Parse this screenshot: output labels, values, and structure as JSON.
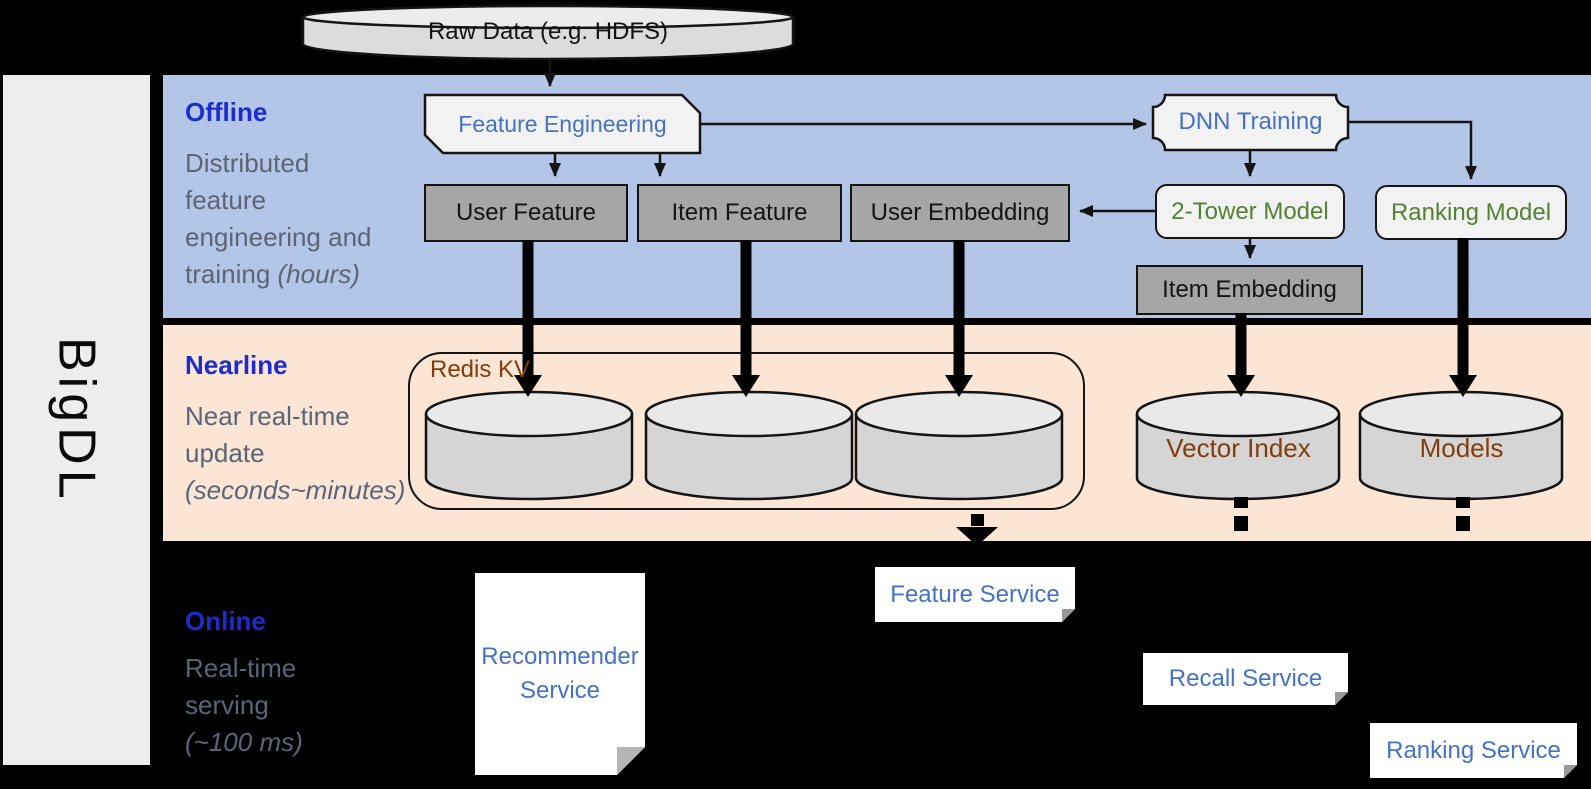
{
  "brand": {
    "label": "BigDL"
  },
  "lanes": {
    "offline": {
      "title": "Offline",
      "description_lines": [
        "Distributed",
        "feature",
        "engineering and"
      ],
      "description_tail": "training ",
      "description_italic": "(hours)"
    },
    "nearline": {
      "title": "Nearline",
      "description_lines": [
        "Near real-time",
        "update"
      ],
      "description_italic": "(seconds~minutes)"
    },
    "online": {
      "title": "Online",
      "description_lines": [
        "Real-time",
        "serving"
      ],
      "description_italic": "(~100 ms)"
    }
  },
  "nodes": {
    "raw_data": "Raw Data (e.g. HDFS)",
    "feature_engineering": "Feature Engineering",
    "dnn_training": "DNN Training",
    "user_feature": "User Feature",
    "item_feature": "Item Feature",
    "user_embedding": "User Embedding",
    "two_tower_model": "2-Tower Model",
    "ranking_model": "Ranking Model",
    "item_embedding": "Item Embedding",
    "redis_kv": "Redis KV",
    "vector_index": "Vector Index",
    "models": "Models",
    "recommender_service_line1": "Recommender",
    "recommender_service_line2": "Service",
    "feature_service": "Feature Service",
    "recall_service": "Recall Service",
    "ranking_service": "Ranking Service"
  },
  "colors": {
    "canvas_bg": "#000000",
    "offline_lane_bg": "#b3c6e7",
    "nearline_lane_bg": "#fbe5d5",
    "sidebar_bg": "#ededed",
    "gray_node_fill": "#a6a6a6",
    "light_node_fill": "#f2f2f2",
    "cylinder_fill": "#d5d5d5",
    "lane_title_blue": "#1c2ccd",
    "description_gray": "#5b6478",
    "node_text_blue": "#4472c4",
    "node_text_green": "#548235",
    "node_text_brown": "#843c0c"
  }
}
